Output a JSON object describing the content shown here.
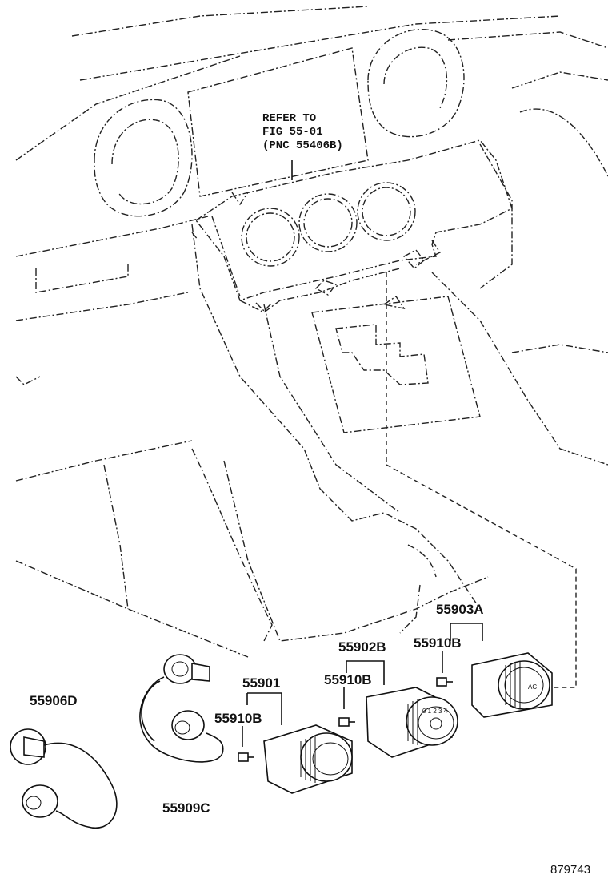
{
  "reference_note": {
    "line1": "REFER TO",
    "line2": "FIG 55-01",
    "line3": "(PNC 55406B)"
  },
  "parts": {
    "p55903A": "55903A",
    "p55910B_right": "55910B",
    "p55902B": "55902B",
    "p55910B_mid": "55910B",
    "p55901": "55901",
    "p55910B_left": "55910B",
    "p55906D": "55906D",
    "p55909C": "55909C"
  },
  "knob_text": {
    "fan_speeds": "0 1 2 3 4",
    "ac": "AC"
  },
  "figure_number": "879743"
}
